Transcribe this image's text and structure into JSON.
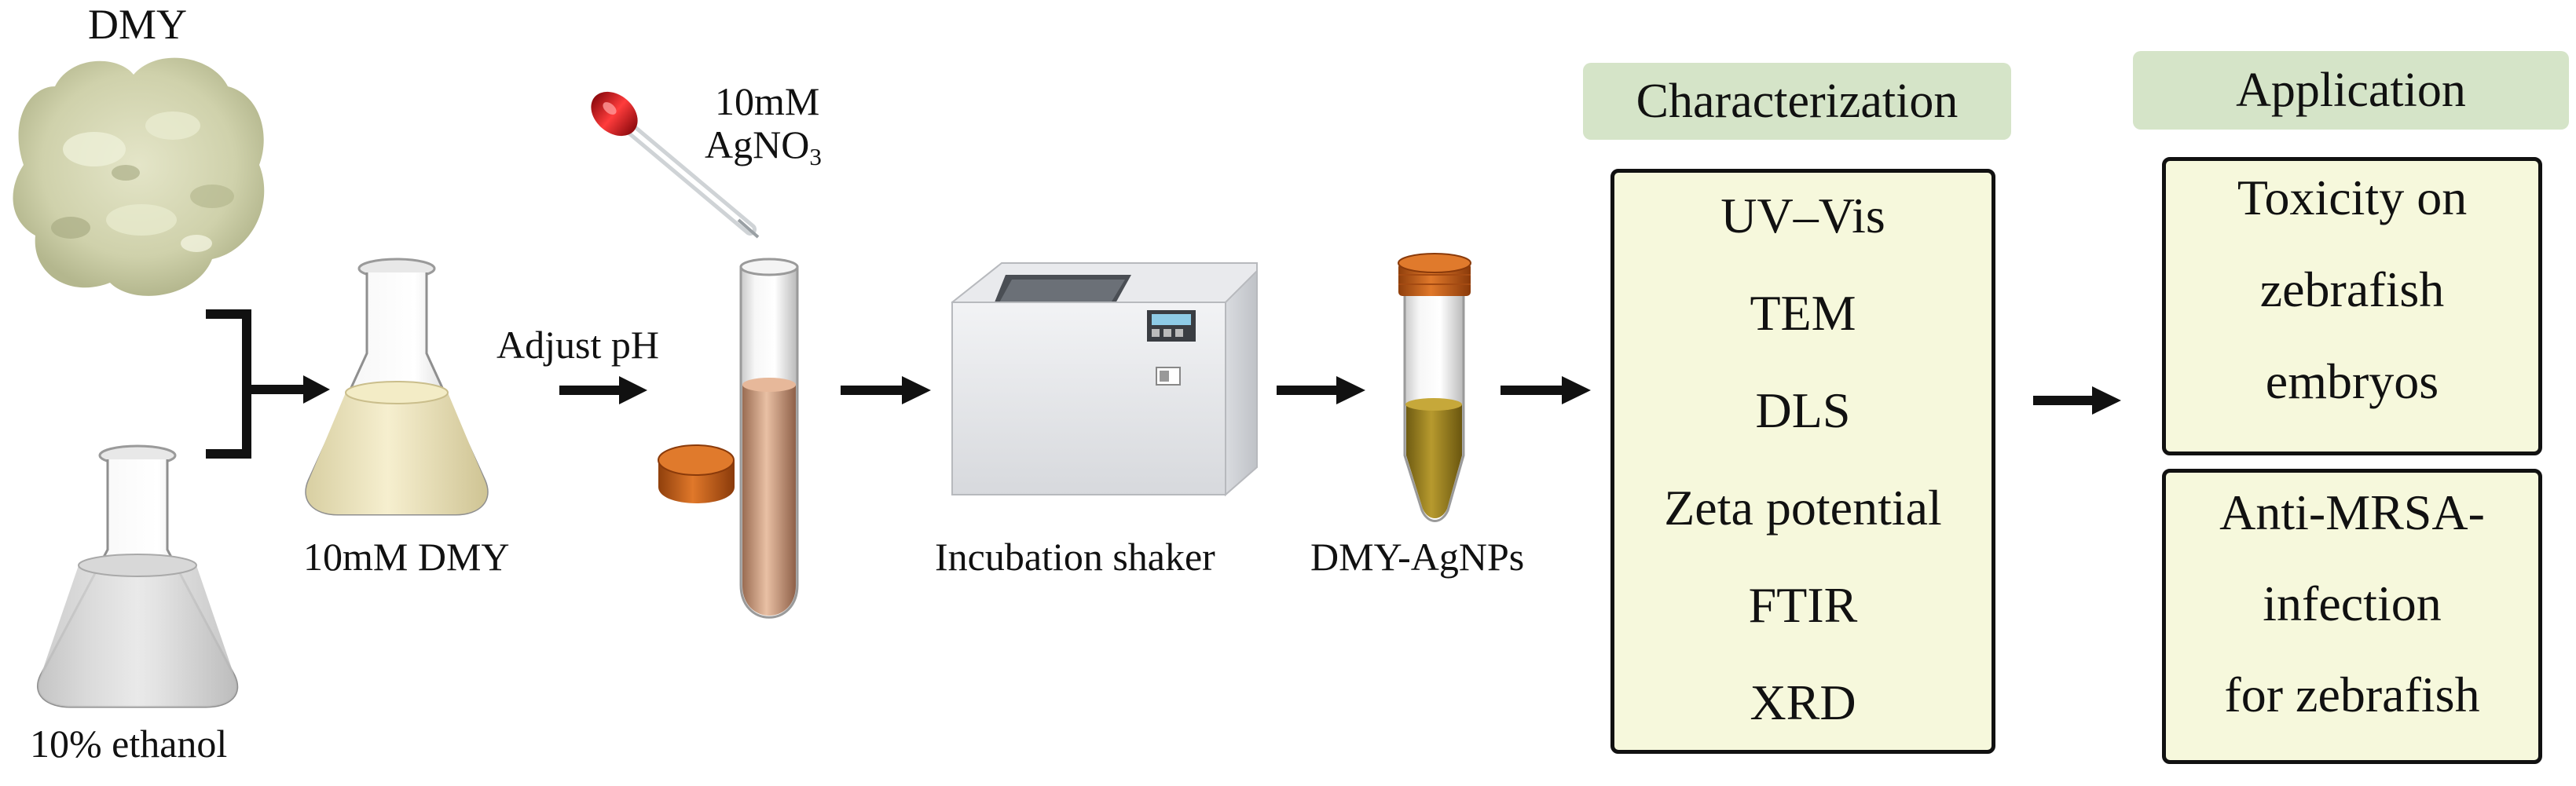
{
  "materials": {
    "dmy_label": "DMY",
    "ethanol_label": "10% ethanol",
    "dmy_solution_label": "10mM DMY",
    "adjust_ph_label": "Adjust pH",
    "agno3_conc": "10mM",
    "agno3_formula": "AgNO",
    "agno3_sub": "3",
    "shaker_label": "Incubation shaker",
    "product_label": "DMY-AgNPs"
  },
  "characterization": {
    "header": "Characterization",
    "items": [
      "UV–Vis",
      "TEM",
      "DLS",
      "Zeta potential",
      "FTIR",
      "XRD"
    ]
  },
  "application": {
    "header": "Application",
    "box1_lines": [
      "Toxicity on",
      "zebrafish",
      "embryos"
    ],
    "box2_lines": [
      "Anti-MRSA-",
      "infection",
      "for zebrafish"
    ]
  },
  "colors": {
    "header_fill": "#d5e4c8",
    "box_fill": "#f6f8dc",
    "cap_orange": "#c8621c",
    "dropper_red": "#d8141c"
  }
}
